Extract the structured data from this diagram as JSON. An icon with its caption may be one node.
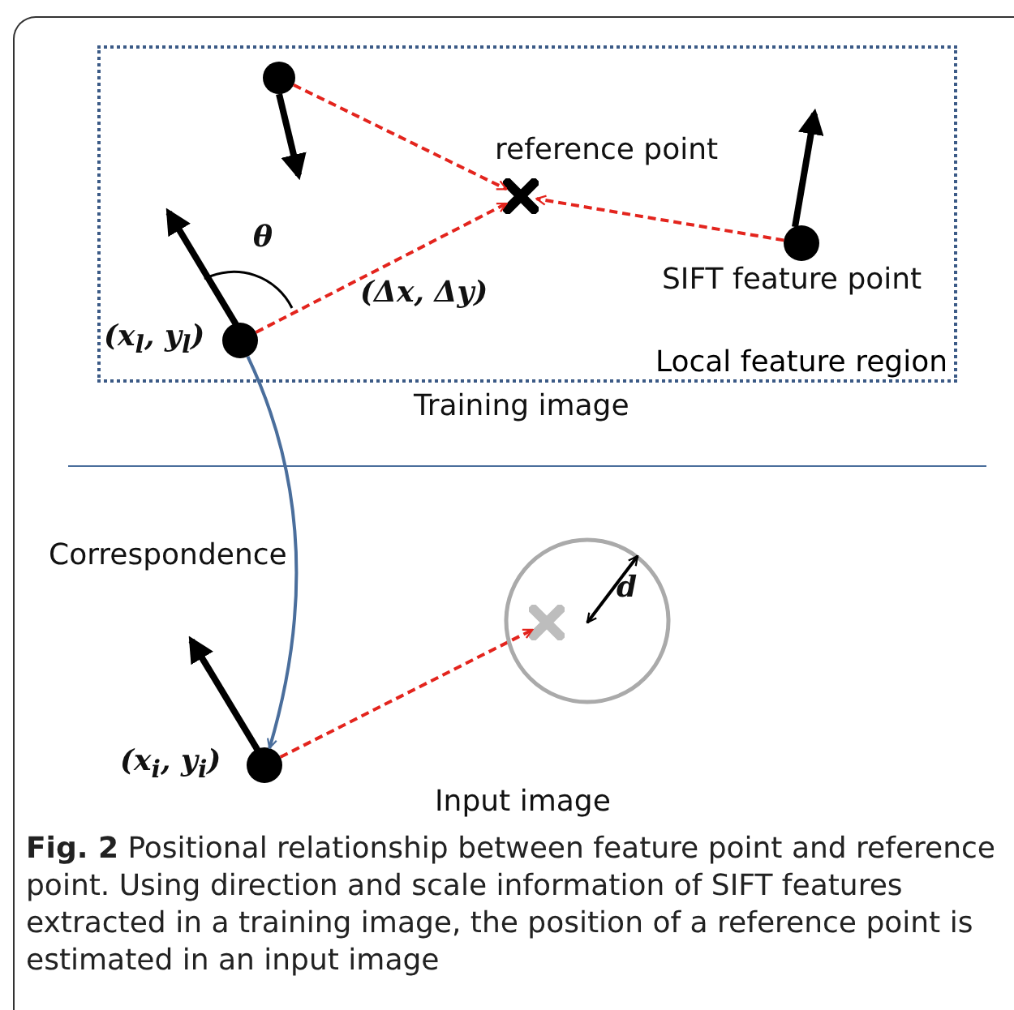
{
  "diagram": {
    "caption": "**Fig. 2** Positional relationship between feature point and reference point. Using direction and scale information of SIFT features extracted in a training image, the position of a reference point is estimated in an input image",
    "nodes": [
      {
        "text": [
          "Local feature region"
        ]
      },
      {
        "text": [],
        "shape": "circle",
        "in": 0
      },
      {
        "text": [],
        "shape": "cross",
        "in": 0,
        "beside": [
          "reference point"
        ]
      },
      {
        "text": [],
        "shape": "circle",
        "in": 0,
        "beside": [
          "SIFT feature point"
        ]
      },
      {
        "text": [],
        "shape": "circle",
        "in": 0,
        "beside": [
          "(x$_{l}$, y$_{l}$)"
        ]
      },
      {
        "text": [],
        "shape": "circle",
        "beside": [
          "(x$_{i}$, y$_{i}$)"
        ]
      },
      {
        "text": [],
        "shape": "cross"
      }
    ],
    "edges": [
      {
        "from": 1,
        "to": 2,
        "arrow": "to",
        "style": "dashed"
      },
      {
        "from": 4,
        "to": 2,
        "arrow": "to",
        "style": "dashed",
        "label": "(Δx, Δy)"
      },
      {
        "from": 3,
        "to": 2,
        "arrow": "to",
        "style": "dashed"
      },
      {
        "from": 4,
        "to": 5,
        "arrow": "to",
        "label": "Correspondence",
        "color": "#4a6e9c"
      },
      {
        "from": 5,
        "to": 6,
        "arrow": "to",
        "style": "dashed"
      }
    ],
    "labels": [
      "θ",
      "Training image",
      "d",
      "Input image"
    ]
  }
}
